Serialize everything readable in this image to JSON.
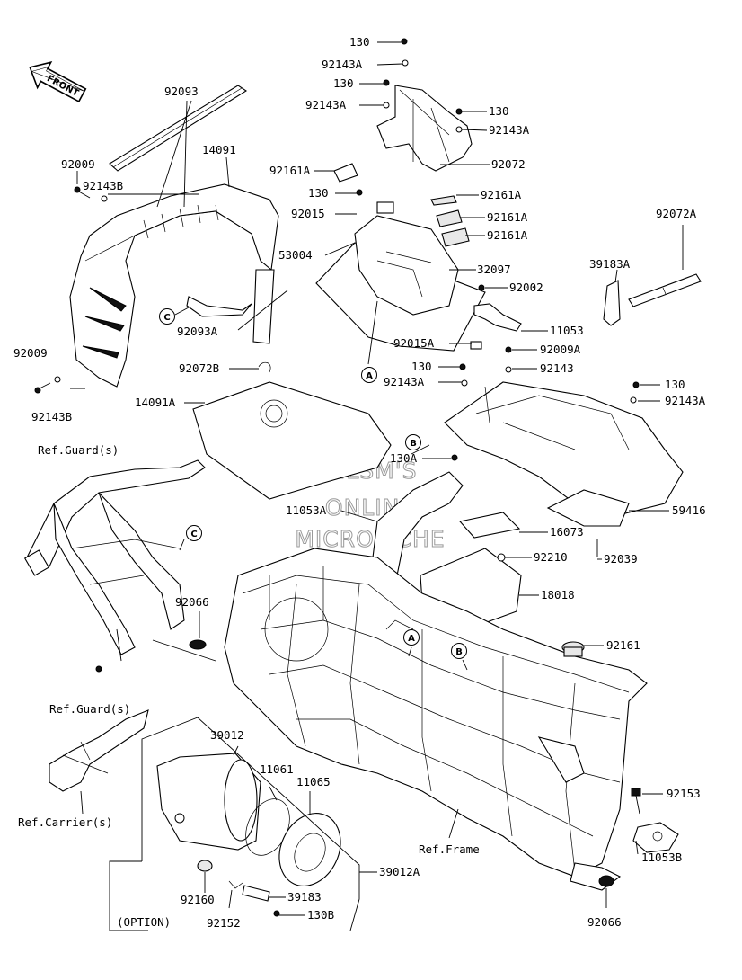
{
  "front_label": "FRONT",
  "watermark": [
    "HLSM'S",
    "ONLINE",
    "MICROFICHE"
  ],
  "callouts": {
    "A1": "A",
    "A2": "A",
    "B1": "B",
    "B2": "B",
    "C1": "C",
    "C2": "C"
  },
  "labels": {
    "l130_top": "130",
    "l92143A_top": "92143A",
    "l130_b": "130",
    "l92143A_b": "92143A",
    "l130_c": "130",
    "l92143A_c": "92143A",
    "l92072": "92072",
    "l92093": "92093",
    "l92009_top": "92009",
    "l92143B_top": "92143B",
    "l14091": "14091",
    "l92161A_1": "92161A",
    "l130_d": "130",
    "l92161A_2": "92161A",
    "l92015": "92015",
    "l92161A_3": "92161A",
    "l92161A_4": "92161A",
    "l53004": "53004",
    "l32097": "32097",
    "l92072A": "92072A",
    "l39183A": "39183A",
    "l92002": "92002",
    "l11053": "11053",
    "l92093A": "92093A",
    "l92015A": "92015A",
    "l92009A": "92009A",
    "l92009_bot": "92009",
    "l130_e": "130",
    "l92143": "92143",
    "l92143A_e": "92143A",
    "l130_f": "130",
    "l92143A_f": "92143A",
    "l92072B": "92072B",
    "l14091A": "14091A",
    "l92143B_bot": "92143B",
    "lRefGuard1": "Ref.Guard(s)",
    "l130A": "130A",
    "l11053A": "11053A",
    "l59416": "59416",
    "l16073": "16073",
    "l92039": "92039",
    "l92210": "92210",
    "l18018": "18018",
    "l92066_top": "92066",
    "l92161": "92161",
    "lRefGuard2": "Ref.Guard(s)",
    "l39012": "39012",
    "l11061": "11061",
    "l11065": "11065",
    "l92153": "92153",
    "lRefCarrier": "Ref.Carrier(s)",
    "lRefFrame": "Ref.Frame",
    "l11053B": "11053B",
    "l39012A": "39012A",
    "l92160": "92160",
    "l39183": "39183",
    "lOption": "(OPTION)",
    "l130B": "130B",
    "l92152": "92152",
    "l92066_bot": "92066"
  }
}
